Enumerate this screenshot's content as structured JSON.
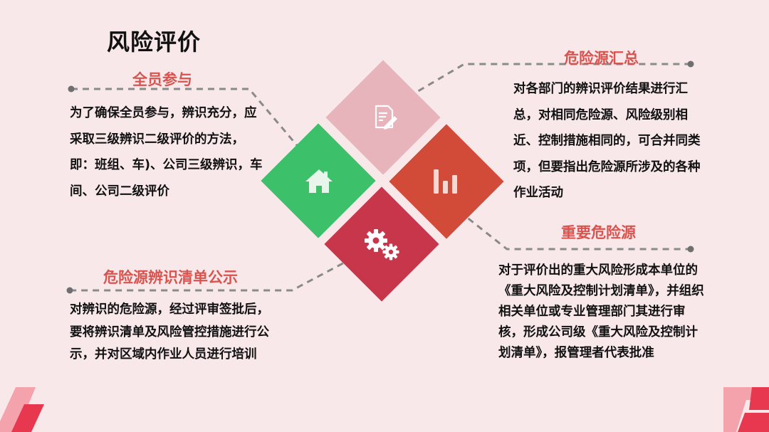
{
  "page": {
    "title": "风险评价"
  },
  "sections": {
    "all_staff": {
      "heading": "全员参与",
      "body": "为了确保全员参与，辨识充分，应采取三级辨识二级评价的方法，即：班组、车)、公司三级辨识，车间、公司二级评价"
    },
    "summary": {
      "heading": "危险源汇总",
      "body": "对各部门的辨识评价结果进行汇总，对相同危险源、风险级别相近、控制措施相同的，可合并同类项，但要指出危险源所涉及的各种作业活动"
    },
    "major": {
      "heading": "重要危险源",
      "body": "对于评价出的重大风险形成本单位的《重大风险及控制计划清单》，并组织相关单位或专业管理部门其进行审核，形成公司级《重大风险及控制计划清单》，报管理者代表批准"
    },
    "publicity": {
      "heading": "危险源辨识清单公示",
      "body": "对辨识的危险源，经过评审签批后，要将辨识清单及风险管控措施进行公示，并对区域内作业人员进行培训"
    }
  },
  "diagram": {
    "tiles": [
      {
        "name": "document",
        "icon": "document-pen-icon",
        "color": "#e8b4bb"
      },
      {
        "name": "home",
        "icon": "house-icon",
        "color": "#3cc06a"
      },
      {
        "name": "chart",
        "icon": "bar-chart-icon",
        "color": "#d24a38"
      },
      {
        "name": "gears",
        "icon": "gears-icon",
        "color": "#c7364a"
      }
    ]
  },
  "colors": {
    "accent_heading": "#d9534f",
    "background": "#f8e8ea",
    "connector": "#888888"
  }
}
